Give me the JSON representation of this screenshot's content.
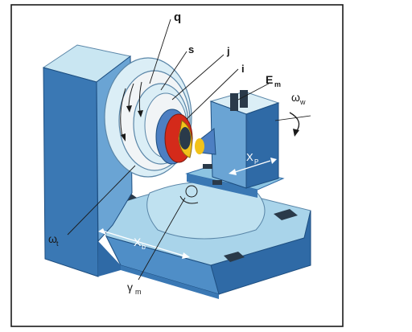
{
  "figure": {
    "labels": {
      "q": "q",
      "s": "s",
      "j": "j",
      "i": "i",
      "em_main": "E",
      "em_sub": "m",
      "omega_w_main": "ω",
      "omega_w_sub": "w",
      "xp_main": "X",
      "xp_sub": "P",
      "omega_t_main": "ω",
      "omega_t_sub": "t",
      "xb_main": "X",
      "xb_sub": "b",
      "gamma_m_main": "γ",
      "gamma_m_sub": "m"
    },
    "colors": {
      "frame": "#1a1a1a",
      "machine_top": "#c9e6f2",
      "machine_front": "#3a78b4",
      "machine_side": "#6aa4d4",
      "base_top": "#a9d4ea",
      "disk_white": "#f1f4f6",
      "cutter_red": "#d42a1a",
      "cutter_yellow": "#f2c21a",
      "spindle_blue": "#4d7fc2",
      "dark_rail": "#2a3a4a"
    }
  }
}
